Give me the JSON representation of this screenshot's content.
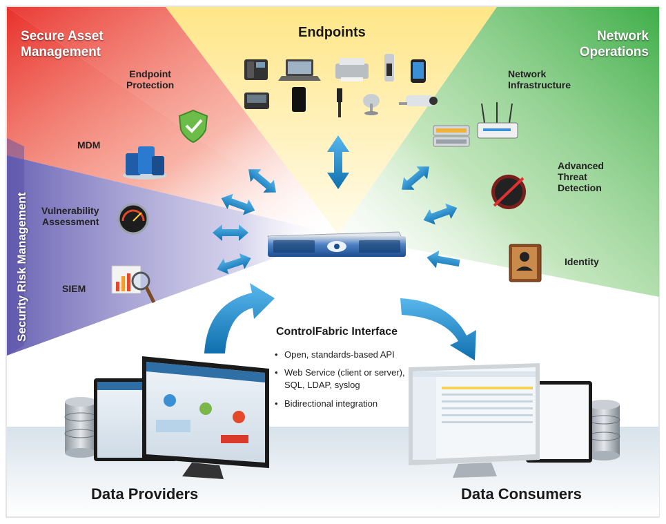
{
  "colors": {
    "red": "#e8302a",
    "yellow": "#ffe37a",
    "green": "#3fae49",
    "purple": "#6a63b4",
    "arrow": "#1a8fd1"
  },
  "sections": {
    "secure_asset": "Secure Asset\nManagement",
    "endpoints": "Endpoints",
    "network_ops": "Network\nOperations",
    "security_risk": "Security Risk Management"
  },
  "left_items": {
    "endpoint_protection": "Endpoint\nProtection",
    "mdm": "MDM",
    "vulnerability": "Vulnerability\nAssessment",
    "siem": "SIEM"
  },
  "right_items": {
    "network_infra": "Network\nInfrastructure",
    "threat": "Advanced\nThreat\nDetection",
    "identity": "Identity"
  },
  "interface": {
    "title": "ControlFabric Interface",
    "bullets": [
      "Open, standards-based API",
      "Web Service (client or server),\nSQL, LDAP, syslog",
      "Bidirectional integration"
    ]
  },
  "bottom": {
    "providers": "Data Providers",
    "consumers": "Data Consumers"
  },
  "icons": {
    "endpoints": [
      "desk-phone-icon",
      "laptop-icon",
      "printer-icon",
      "usb-drive-icon",
      "smartphone-icon",
      "hard-drive-icon",
      "tablet-icon",
      "usb-cable-icon",
      "joystick-icon",
      "security-camera-icon"
    ],
    "left": [
      "shield-check-icon",
      "mobile-devices-icon",
      "gauge-icon",
      "magnifier-chart-icon"
    ],
    "right": [
      "switch-icon",
      "router-icon",
      "hacker-icon",
      "address-book-icon"
    ]
  }
}
